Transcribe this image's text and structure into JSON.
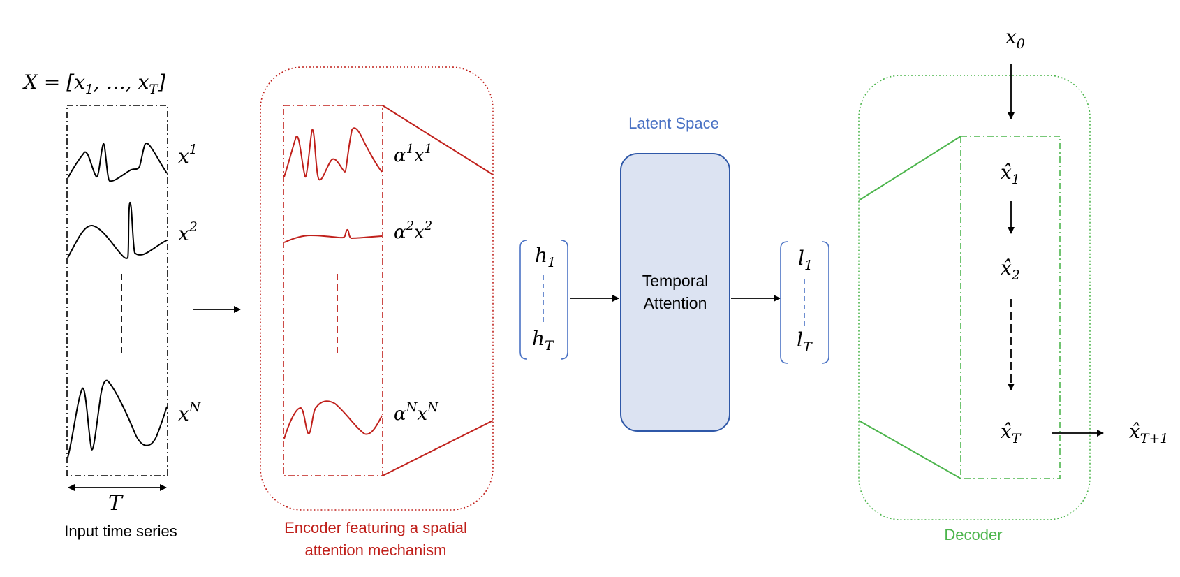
{
  "colors": {
    "black": "#000000",
    "encoder": "#c0201b",
    "latent": "#4a72c4",
    "latent_fill": "#dce3f2",
    "latent_stroke": "#2f58a8",
    "decoder": "#4cb54c"
  },
  "input": {
    "matrix_label_prefix": "X = [",
    "x1_base": "x",
    "x1_sub": "1",
    "ellipsis": ", …, ",
    "xT_base": "x",
    "xT_sub": "T",
    "matrix_label_suffix": "]",
    "series": [
      {
        "base": "x",
        "sup": "1"
      },
      {
        "base": "x",
        "sup": "2"
      },
      {
        "base": "x",
        "sup": "N"
      }
    ],
    "time_axis_label": "T",
    "caption": "Input time series"
  },
  "encoder": {
    "series": [
      {
        "alpha": "α",
        "sup1": "1",
        "base": "x",
        "sup2": "1"
      },
      {
        "alpha": "α",
        "sup1": "2",
        "base": "x",
        "sup2": "2"
      },
      {
        "alpha": "α",
        "sup1": "N",
        "base": "x",
        "sup2": "N"
      }
    ],
    "caption_line1": "Encoder featuring a spatial",
    "caption_line2": "attention mechanism"
  },
  "hidden": {
    "first": {
      "base": "h",
      "sub": "1"
    },
    "last": {
      "base": "h",
      "sub": "T"
    }
  },
  "latent": {
    "title": "Latent Space",
    "box_line1": "Temporal",
    "box_line2": "Attention"
  },
  "latent_vectors": {
    "first": {
      "base": "l",
      "sub": "1"
    },
    "last": {
      "base": "l",
      "sub": "T"
    }
  },
  "decoder": {
    "input": {
      "base": "x",
      "sub": "0"
    },
    "steps": [
      {
        "base": "x̂",
        "sub": "1"
      },
      {
        "base": "x̂",
        "sub": "2"
      },
      {
        "base": "x̂",
        "sub": "T"
      }
    ],
    "output": {
      "base": "x̂",
      "sub": "T+1"
    },
    "caption": "Decoder"
  }
}
